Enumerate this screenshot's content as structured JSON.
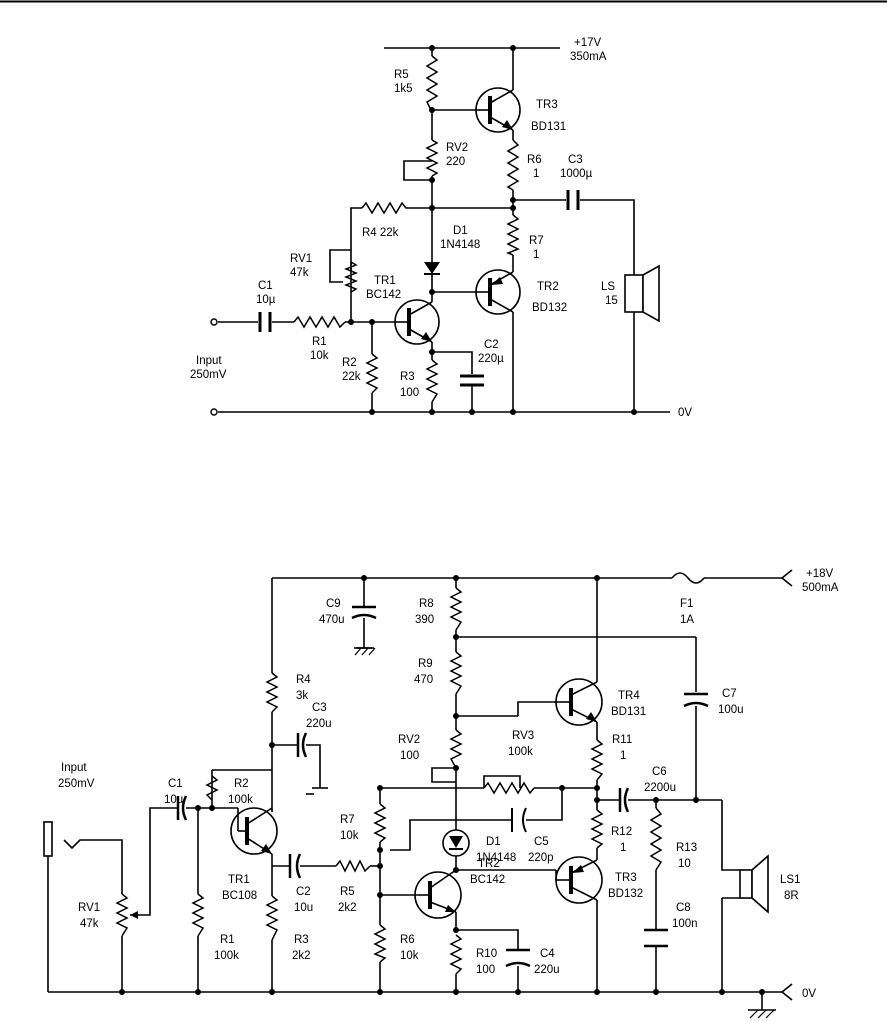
{
  "circuit1": {
    "supply_voltage": "+17V",
    "supply_current": "350mA",
    "ground_label": "0V",
    "input_label": "Input",
    "input_level": "250mV",
    "components": {
      "r5": {
        "ref": "R5",
        "value": "1k5"
      },
      "rv2": {
        "ref": "RV2",
        "value": "220"
      },
      "tr3": {
        "ref": "TR3",
        "value": "BD131"
      },
      "r6": {
        "ref": "R6",
        "value": "1"
      },
      "c3": {
        "ref": "C3",
        "value": "1000µ"
      },
      "r4": {
        "ref": "R4 22k"
      },
      "d1": {
        "ref": "D1",
        "value": "1N4148"
      },
      "r7": {
        "ref": "R7",
        "value": "1"
      },
      "rv1": {
        "ref": "RV1",
        "value": "47k"
      },
      "tr1": {
        "ref": "TR1",
        "value": "BC142"
      },
      "tr2": {
        "ref": "TR2",
        "value": "BD132"
      },
      "ls": {
        "ref": "LS",
        "value": "15"
      },
      "c1": {
        "ref": "C1",
        "value": "10µ"
      },
      "r1": {
        "ref": "R1",
        "value": "10k"
      },
      "r2": {
        "ref": "R2",
        "value": "22k"
      },
      "r3": {
        "ref": "R3",
        "value": "100"
      },
      "c2": {
        "ref": "C2",
        "value": "220µ"
      }
    }
  },
  "circuit2": {
    "supply_voltage": "+18V",
    "supply_current": "500mA",
    "ground_label": "0V",
    "input_label": "Input",
    "input_level": "250mV",
    "components": {
      "c9": {
        "ref": "C9",
        "value": "470u"
      },
      "r8": {
        "ref": "R8",
        "value": "390"
      },
      "f1": {
        "ref": "F1",
        "value": "1A"
      },
      "r9": {
        "ref": "R9",
        "value": "470"
      },
      "r4": {
        "ref": "R4",
        "value": "3k"
      },
      "c3": {
        "ref": "C3",
        "value": "220u"
      },
      "tr4": {
        "ref": "TR4",
        "value": "BD131"
      },
      "c7": {
        "ref": "C7",
        "value": "100u"
      },
      "rv2": {
        "ref": "RV2",
        "value": "100"
      },
      "rv3": {
        "ref": "RV3",
        "value": "100k"
      },
      "r11": {
        "ref": "R11",
        "value": "1"
      },
      "c1": {
        "ref": "C1",
        "value": "10u"
      },
      "r2": {
        "ref": "R2",
        "value": "100k"
      },
      "c6": {
        "ref": "C6",
        "value": "2200u"
      },
      "r7": {
        "ref": "R7",
        "value": "10k"
      },
      "d1": {
        "ref": "D1",
        "value": "1N4148"
      },
      "c5": {
        "ref": "C5",
        "value": "220p"
      },
      "r12": {
        "ref": "R12",
        "value": "1"
      },
      "r13": {
        "ref": "R13",
        "value": "10"
      },
      "tr1": {
        "ref": "TR1",
        "value": "BC108"
      },
      "c2": {
        "ref": "C2",
        "value": "10u"
      },
      "r5": {
        "ref": "R5",
        "value": "2k2"
      },
      "tr3": {
        "ref": "TR3",
        "value": "BD132"
      },
      "ls1": {
        "ref": "LS1",
        "value": "8R"
      },
      "rv1": {
        "ref": "RV1",
        "value": "47k"
      },
      "tr2": {
        "ref": "TR2",
        "value": "BC142"
      },
      "c8": {
        "ref": "C8",
        "value": "100n"
      },
      "r1": {
        "ref": "R1",
        "value": "100k"
      },
      "r3": {
        "ref": "R3",
        "value": "2k2"
      },
      "r6": {
        "ref": "R6",
        "value": "10k"
      },
      "r10": {
        "ref": "R10",
        "value": "100"
      },
      "c4": {
        "ref": "C4",
        "value": "220u"
      }
    }
  }
}
